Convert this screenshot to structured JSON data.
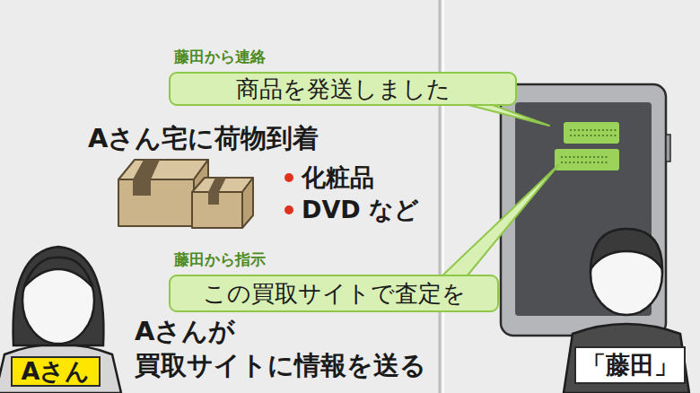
{
  "diagram": {
    "nodes": [
      {
        "text": [
          "藤田から連絡",
          "商品を発送しました"
        ]
      },
      {
        "text": [
          "藤田から指示",
          "この買取サイトで査定を"
        ]
      },
      {
        "text": [
          "Aさん"
        ]
      },
      {
        "text": [
          "「藤田」"
        ]
      }
    ],
    "labels": [
      "Aさん宅に荷物到着",
      "化粧品",
      "DVD など",
      "Aさんが 買取サイトに情報を送る"
    ]
  }
}
